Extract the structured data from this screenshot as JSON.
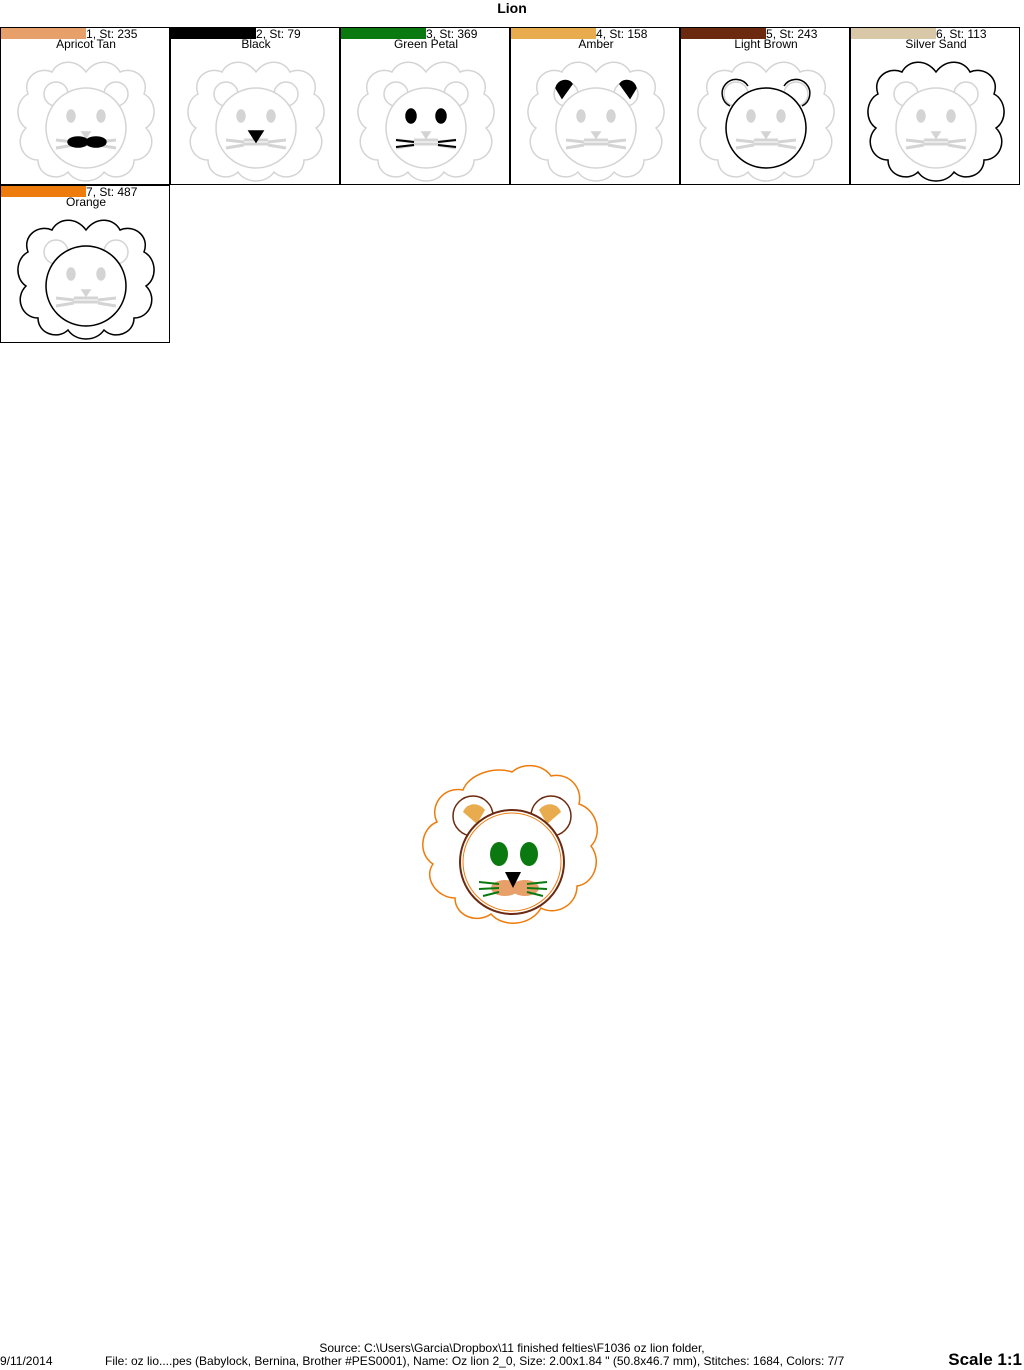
{
  "title": "Lion",
  "colors": [
    {
      "index": "1",
      "stitches": "St: 235",
      "name": "Apricot Tan",
      "hex": "#e8a06a"
    },
    {
      "index": "2",
      "stitches": "St: 79",
      "name": "Black",
      "hex": "#000000"
    },
    {
      "index": "3",
      "stitches": "St: 369",
      "name": "Green Petal",
      "hex": "#0a7a10"
    },
    {
      "index": "4",
      "stitches": "St: 158",
      "name": "Amber",
      "hex": "#e8ac4e"
    },
    {
      "index": "5",
      "stitches": "St: 243",
      "name": "Light Brown",
      "hex": "#6b2a10"
    },
    {
      "index": "6",
      "stitches": "St: 113",
      "name": "Silver Sand",
      "hex": "#d8c8a8"
    },
    {
      "index": "7",
      "stitches": "St: 487",
      "name": "Orange",
      "hex": "#ee7c0c"
    }
  ],
  "footer": {
    "date": "9/11/2014",
    "source": "Source: C:\\Users\\Garcia\\Dropbox\\11 finished felties\\F1036 oz lion folder,",
    "file_info": "File: oz lio....pes (Babylock, Bernina, Brother #PES0001), Name: Oz lion 2_0, Size: 2.00x1.84 \" (50.8x46.7 mm), Stitches: 1684, Colors: 7/7",
    "scale": "Scale 1:1"
  }
}
